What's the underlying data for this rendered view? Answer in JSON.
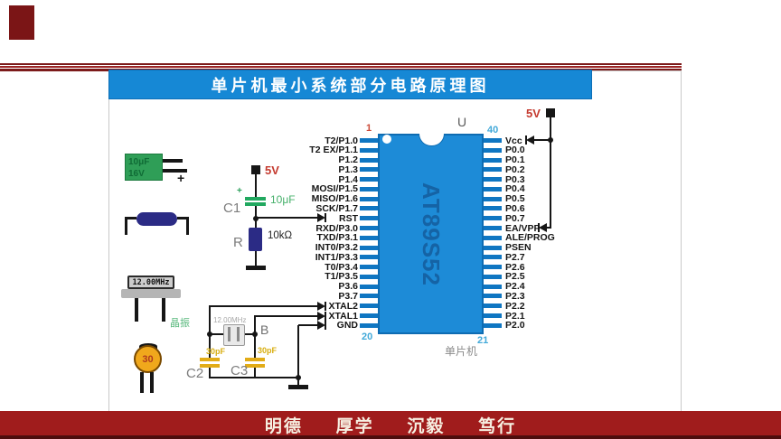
{
  "slide": {
    "title": "单片机最小系统部分电路原理图",
    "motto": "明德 厚学 沉毅 笃行"
  },
  "schematic": {
    "chip": {
      "designator": "U",
      "part_number": "AT89S52",
      "caption": "单片机",
      "pin_numbers": {
        "top_left": "1",
        "top_right": "40",
        "bottom_left": "20",
        "bottom_right": "21"
      },
      "left_pins": [
        "T2/P1.0",
        "T2 EX/P1.1",
        "P1.2",
        "P1.3",
        "P1.4",
        "MOSI/P1.5",
        "MISO/P1.6",
        "SCK/P1.7",
        "RST",
        "RXD/P3.0",
        "TXD/P3.1",
        "INT0/P3.2",
        "INT1/P3.3",
        "T0/P3.4",
        "T1/P3.5",
        "P3.6",
        "P3.7",
        "XTAL2",
        "XTAL1",
        "GND"
      ],
      "right_pins": [
        "Vcc",
        "P0.0",
        "P0.1",
        "P0.2",
        "P0.3",
        "P0.4",
        "P0.5",
        "P0.6",
        "P0.7",
        "EA/VPP",
        "ALE/PROG",
        "PSEN",
        "P2.7",
        "P2.6",
        "P2.5",
        "P2.4",
        "P2.3",
        "P2.2",
        "P2.1",
        "P2.0"
      ]
    },
    "reset_circuit": {
      "supply": "5V",
      "cap_polarity": "+",
      "cap_ref": "C1",
      "cap_value": "10μF",
      "res_ref": "R",
      "res_value": "10kΩ"
    },
    "power": {
      "supply": "5V"
    },
    "crystal_circuit": {
      "ref": "B",
      "freq": "12.00MHz",
      "c2_ref": "C2",
      "c2_value": "30pF",
      "c3_ref": "C3",
      "c3_value": "30pF"
    },
    "photos": {
      "electrolytic_cap": {
        "line1": "10μF",
        "line2": "16V",
        "plus": "+"
      },
      "crystal": {
        "freq": "12.00MHz",
        "label": "晶振"
      },
      "disc_cap": {
        "value": "30"
      }
    },
    "colors": {
      "chip_fill": "#1d8bd7",
      "chip_text": "#1563a5",
      "title_bar": "#1688d5",
      "banner_red": "#a01c1c",
      "stripe_red": "#7c1a1a",
      "supply_red": "#c4392e",
      "cap_green": "#21a85f",
      "resistor_navy": "#2b2b85",
      "cap_yellow": "#e2ac17",
      "pin_number_cyan": "#42a9d9",
      "pin_number_red": "#cc4a38"
    }
  }
}
